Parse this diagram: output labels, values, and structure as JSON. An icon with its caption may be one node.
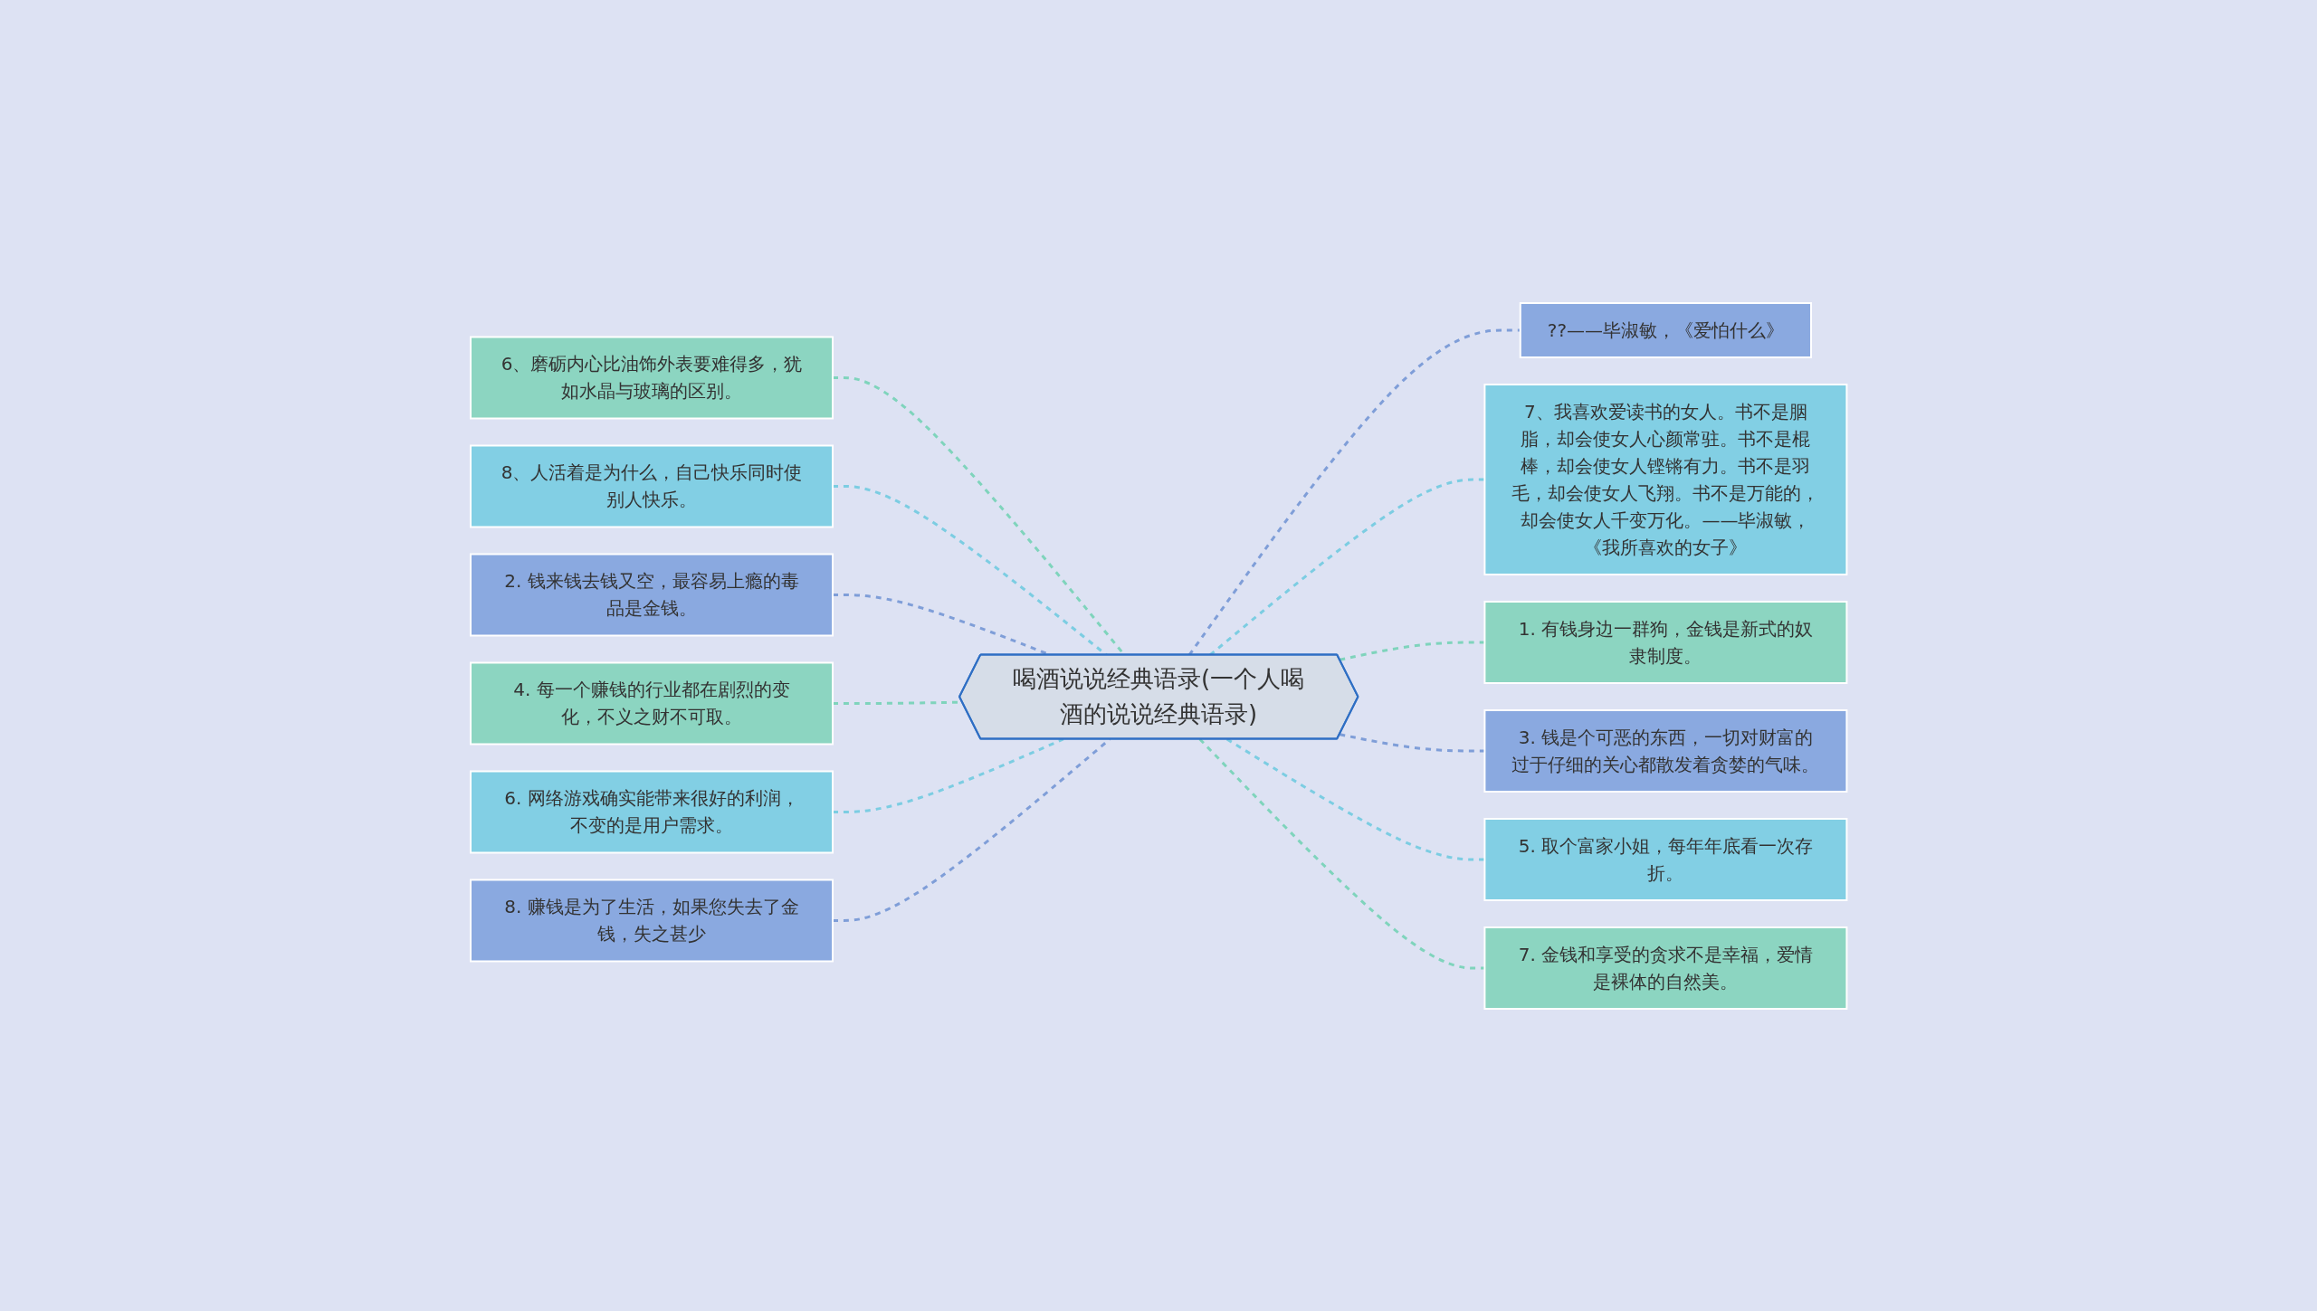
{
  "diagram": {
    "nodes": [
      {
        "text": [
          "喝酒说说经典语录(一个人喝酒的说说经典语录)"
        ]
      },
      {
        "text": [
          "6、磨砺内心比油饰外表要难得多，犹如水晶与玻璃的区别。"
        ]
      },
      {
        "text": [
          "8、人活着是为什么，自己快乐同时使别人快乐。"
        ]
      },
      {
        "text": [
          "2. 钱来钱去钱又空，最容易上瘾的毒品是金钱。"
        ]
      },
      {
        "text": [
          "4. 每一个赚钱的行业都在剧烈的变化，不义之财不可取。"
        ]
      },
      {
        "text": [
          "6. 网络游戏确实能带来很好的利润，不变的是用户需求。"
        ]
      },
      {
        "text": [
          "8. 赚钱是为了生活，如果您失去了金钱，失之甚少"
        ]
      },
      {
        "text": [
          "??——毕淑敏，《爱怕什么》"
        ]
      },
      {
        "text": [
          "7、我喜欢爱读书的女人。书不是胭脂，却会使女人心颜常驻。书不是棍棒，却会使女人铿锵有力。书不是羽毛，却会使女人飞翔。书不是万能的，却会使女人千变万化。——毕淑敏，《我所喜欢的女子》"
        ]
      },
      {
        "text": [
          "1. 有钱身边一群狗，金钱是新式的奴隶制度。"
        ]
      },
      {
        "text": [
          "3. 钱是个可恶的东西，一切对财富的过于仔细的关心都散发着贪婪的气味。"
        ]
      },
      {
        "text": [
          "5. 取个富家小姐，每年年底看一次存折。"
        ]
      },
      {
        "text": [
          "7. 金钱和享受的贪求不是幸福，爱情是裸体的自然美。"
        ]
      }
    ],
    "edges": [
      {
        "from": 0,
        "to": 1,
        "arrow": "none",
        "style": "dashed",
        "color": "#7fd4bc"
      },
      {
        "from": 0,
        "to": 2,
        "arrow": "none",
        "style": "dashed",
        "color": "#7ccde2"
      },
      {
        "from": 0,
        "to": 3,
        "arrow": "none",
        "style": "dashed",
        "color": "#7f9ed8"
      },
      {
        "from": 0,
        "to": 4,
        "arrow": "none",
        "style": "dashed",
        "color": "#7fd4bc"
      },
      {
        "from": 0,
        "to": 5,
        "arrow": "none",
        "style": "dashed",
        "color": "#7ccde2"
      },
      {
        "from": 0,
        "to": 6,
        "arrow": "none",
        "style": "dashed",
        "color": "#7f9ed8"
      },
      {
        "from": 0,
        "to": 7,
        "arrow": "none",
        "style": "dashed",
        "color": "#7f9ed8"
      },
      {
        "from": 0,
        "to": 8,
        "arrow": "none",
        "style": "dashed",
        "color": "#7ccde2"
      },
      {
        "from": 0,
        "to": 9,
        "arrow": "none",
        "style": "dashed",
        "color": "#7fd4bc"
      },
      {
        "from": 0,
        "to": 10,
        "arrow": "none",
        "style": "dashed",
        "color": "#7f9ed8"
      },
      {
        "from": 0,
        "to": 11,
        "arrow": "none",
        "style": "dashed",
        "color": "#7ccde2"
      },
      {
        "from": 0,
        "to": 12,
        "arrow": "none",
        "style": "dashed",
        "color": "#7fd4bc"
      }
    ]
  }
}
